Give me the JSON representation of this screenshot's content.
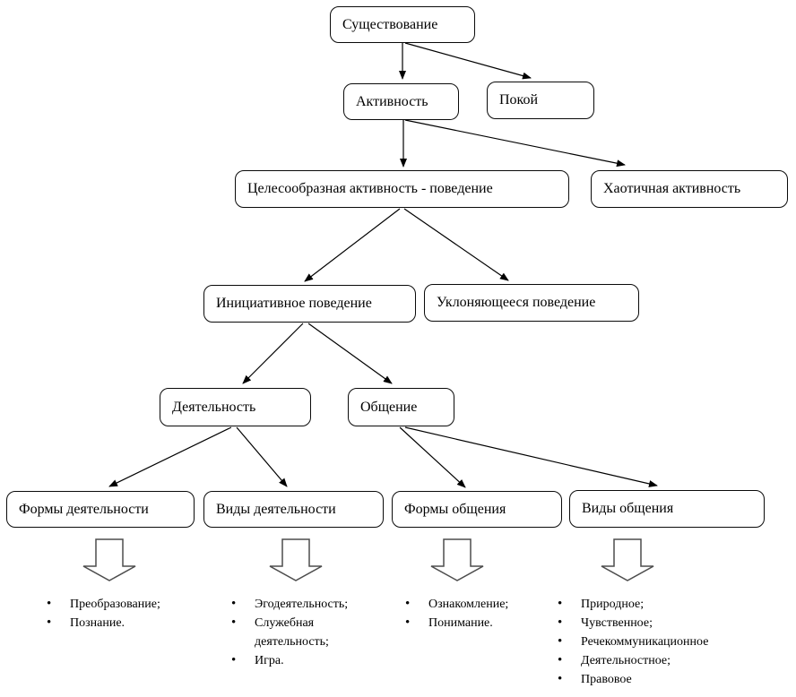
{
  "diagram": {
    "nodes": {
      "existence": "Существование",
      "activity": "Активность",
      "rest": "Покой",
      "purposeful_activity": "Целесообразная активность - поведение",
      "chaotic_activity": "Хаотичная активность",
      "initiative_behavior": "Инициативное поведение",
      "avoidant_behavior": "Уклоняющееся поведение",
      "deyatelnost": "Деятельность",
      "communication": "Общение",
      "activity_forms": "Формы деятельности",
      "activity_types": "Виды деятельности",
      "communication_forms": "Формы общения",
      "communication_types": "Виды общения"
    },
    "lists": {
      "activity_forms_items": [
        "Преобразование;",
        "Познание."
      ],
      "activity_types_items": [
        "Эгодеятельность;",
        "Служебная деятельность;",
        "Игра."
      ],
      "communication_forms_items": [
        "Ознакомление;",
        "Понимание."
      ],
      "communication_types_items": [
        "Природное;",
        "Чувственное;",
        "Речекоммуникационное",
        "Деятельностное;",
        "Правовое"
      ]
    },
    "colors": {
      "line": "#000000",
      "box_border": "#0a0a0a",
      "block_arrow_outline": "#4d4d4d",
      "background": "#ffffff"
    }
  }
}
